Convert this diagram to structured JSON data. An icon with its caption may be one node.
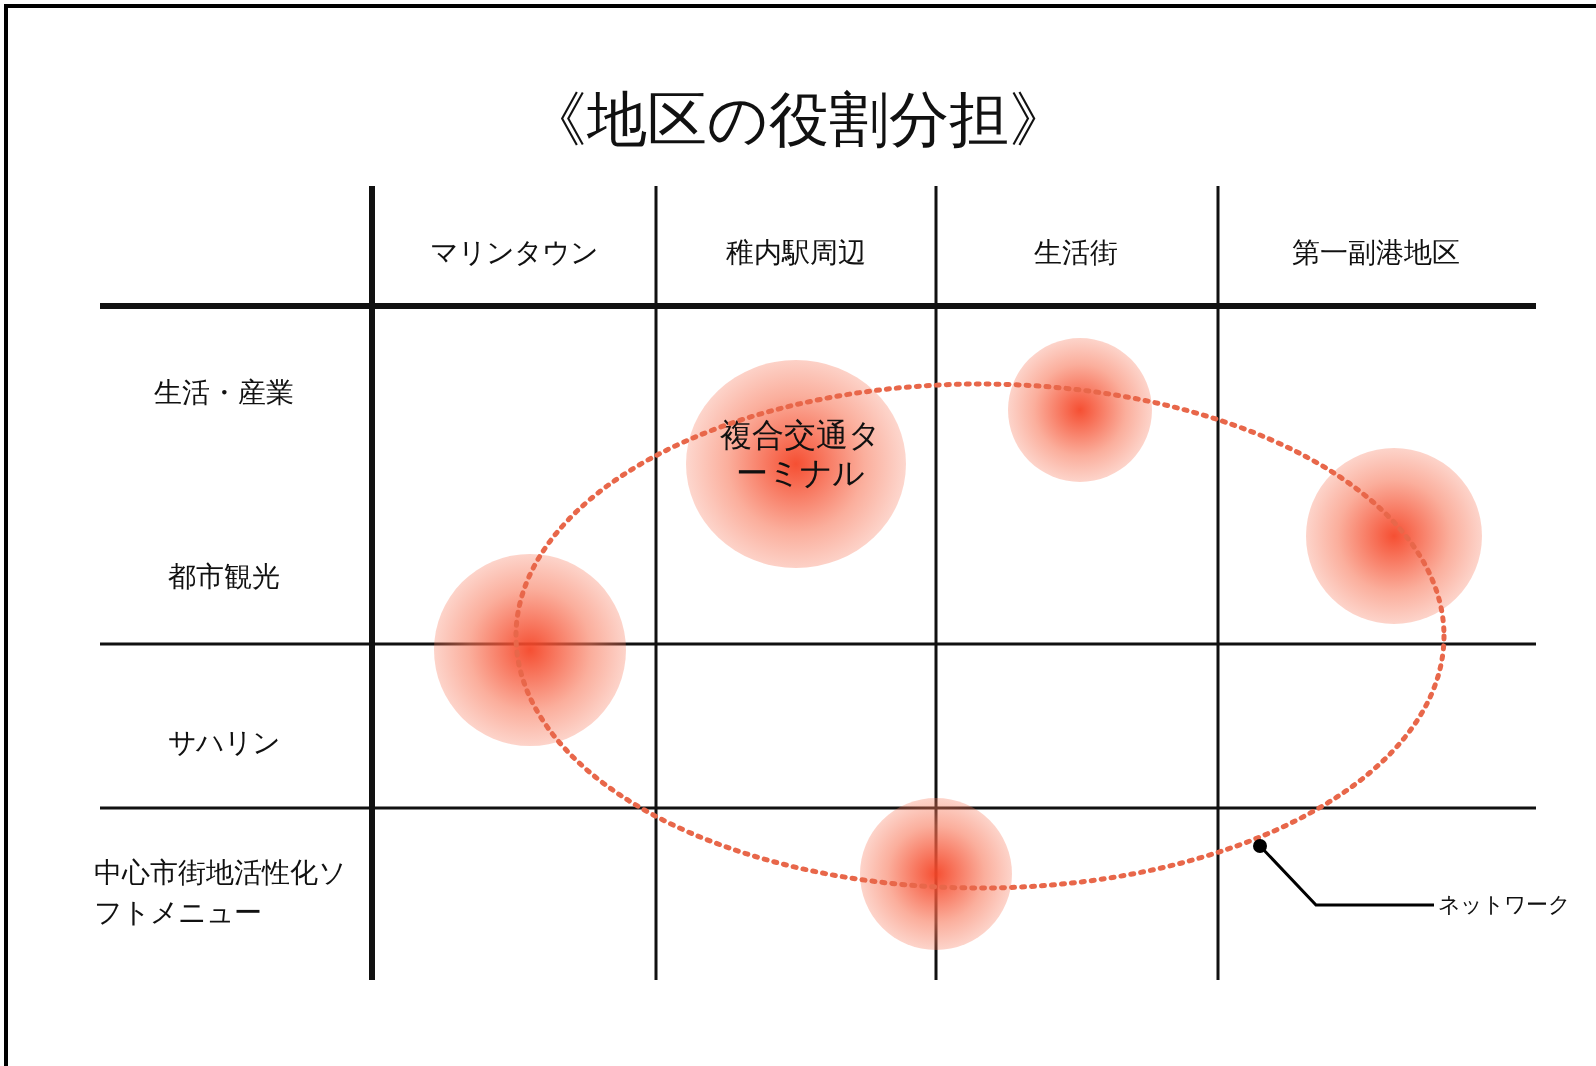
{
  "diagram": {
    "title": "《地区の役割分担》",
    "nodes": [
      {
        "text": [],
        "shape": "circle"
      },
      {
        "text": [
          "複合交通ターミナル"
        ]
      },
      {
        "text": [],
        "shape": "circle"
      },
      {
        "text": [],
        "shape": "circle"
      },
      {
        "text": [],
        "shape": "circle"
      },
      {
        "text": [],
        "shape": "ellipse"
      },
      {
        "text": [
          "ネットワーク"
        ]
      }
    ],
    "edges": [
      {
        "from": 6,
        "to": 5,
        "arrow": "other"
      }
    ],
    "labels": [
      "マリンタウン",
      "稚内駅周辺",
      "生活街",
      "第一副港地区",
      "生活・産業",
      "都市観光",
      "サハリン",
      "中心市街地活性化ソフトメニュー"
    ]
  }
}
